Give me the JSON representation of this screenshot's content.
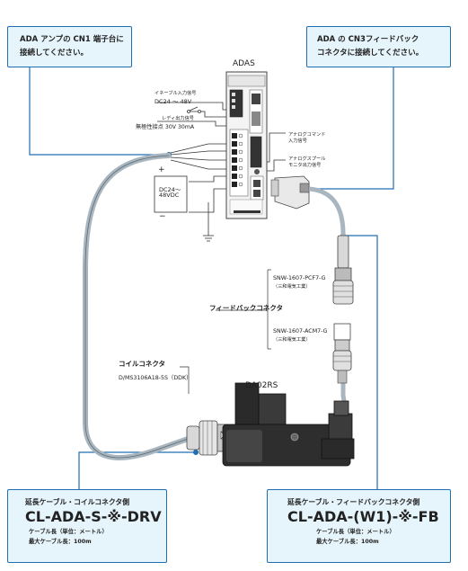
{
  "callouts": {
    "left_top": {
      "line1": "ADA アンプの CN1 端子台に",
      "line2": "接続してください。"
    },
    "right_top": {
      "line1": "ADA の CN3フィードバック",
      "line2": "コネクタに接続してください。"
    }
  },
  "amplifier": {
    "title": "ADAS",
    "enable_line1": "イネーブル入力信号",
    "enable_line2": "DC24 ～ 48V",
    "ready_line1": "レディ出力信号",
    "ready_line2": "無極性接点 30V 30mA",
    "analog_cmd_line1": "アナログコマンド",
    "analog_cmd_line2": "入力信号",
    "analog_spool_line1": "アナログスプール",
    "analog_spool_line2": "モニタ出力信号",
    "power_line1": "DC24～",
    "power_line2": "48VDC",
    "plus": "+",
    "minus": "−"
  },
  "connectors": {
    "pcf_model": "SNW-1607-PCF7-G",
    "pcf_maker": "（三和電気工業）",
    "feedback_label": "フィードバックコネクタ",
    "acm_model": "SNW-1607-ACM7-G",
    "acm_maker": "（三和電気工業）",
    "coil_label": "コイルコネクタ",
    "coil_model": "D/MS3106A18-5S（DDK）",
    "valve": "DA02RS"
  },
  "bottom_left": {
    "heading": "延長ケーブル・コイルコネクタ側",
    "model": "CL-ADA-S-※-DRV",
    "cable_len": "ケーブル長（単位：メートル）",
    "max_len": "最大ケーブル長：100m"
  },
  "bottom_right": {
    "heading": "延長ケーブル・フィードバックコネクタ側",
    "model": "CL-ADA-(W1)-※-FB",
    "cable_len": "ケーブル長（単位：メートル）",
    "max_len": "最大ケーブル長：100m"
  },
  "colors": {
    "accent": "#1f6fb2",
    "callout_bg": "#e6f4fb",
    "cable": "#a9b6bf"
  }
}
